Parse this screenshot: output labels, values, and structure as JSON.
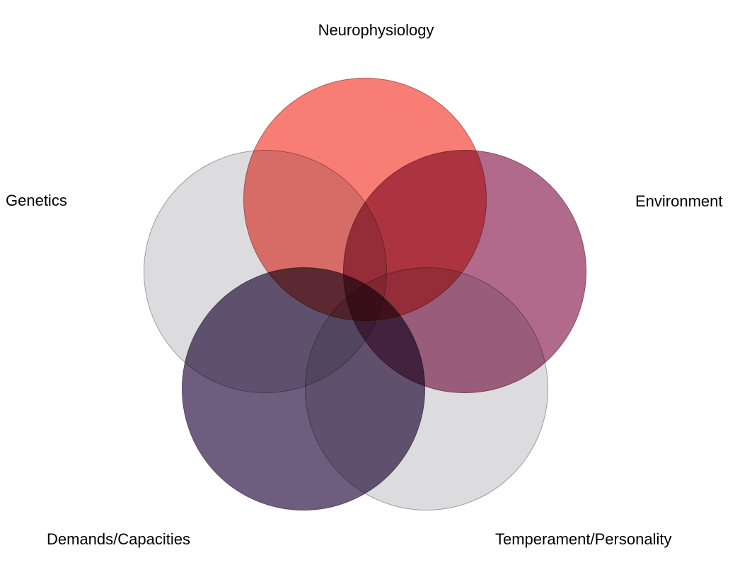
{
  "diagram": {
    "type": "venn",
    "description": "Five overlapping circles arranged in a pentagon",
    "circles": [
      {
        "id": "neurophysiology",
        "label": "Neurophysiology",
        "color": "#f87d74"
      },
      {
        "id": "environment",
        "label": "Environment",
        "color": "#b16a8c"
      },
      {
        "id": "genetics",
        "label": "Genetics",
        "color": "#dcdcde"
      },
      {
        "id": "demands",
        "label": "Demands/Capacities",
        "color": "#6e5d7e"
      },
      {
        "id": "temperament",
        "label": "Temperament/Personality",
        "color": "#dcdcde"
      }
    ],
    "background_color": "#ffffff",
    "label_color": "#000000"
  }
}
